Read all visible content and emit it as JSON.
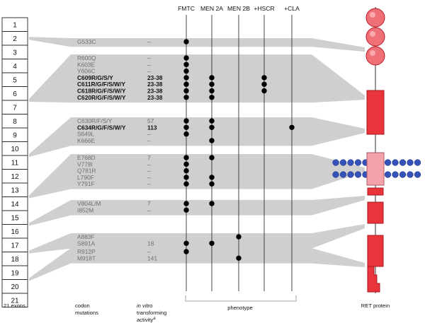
{
  "exons": [
    "1",
    "2",
    "3",
    "4",
    "5",
    "6",
    "7",
    "8",
    "9",
    "10",
    "11",
    "12",
    "13",
    "14",
    "15",
    "16",
    "17",
    "18",
    "19",
    "20",
    "21"
  ],
  "phenotype_columns": [
    "FMTC",
    "MEN 2A",
    "MEN 2B",
    "+HSCR",
    "+CLA"
  ],
  "groups": [
    {
      "exon": 2,
      "rows": [
        {
          "mutation": "G533C",
          "activity": "–",
          "bold": false,
          "marks": [
            true,
            false,
            false,
            false,
            false
          ]
        }
      ]
    },
    {
      "exon": 6.5,
      "rows": [
        {
          "mutation": "R600Q",
          "activity": "–",
          "bold": false,
          "marks": [
            true,
            false,
            false,
            false,
            false
          ]
        },
        {
          "mutation": "K603E",
          "activity": "–",
          "bold": false,
          "marks": [
            true,
            false,
            false,
            false,
            false
          ]
        },
        {
          "mutation": "Y606C",
          "activity": "–",
          "bold": false,
          "marks": [
            true,
            false,
            false,
            false,
            false
          ]
        },
        {
          "mutation": "C609R/G/S/Y",
          "activity": "23-38",
          "bold": true,
          "marks": [
            true,
            true,
            false,
            true,
            false
          ]
        },
        {
          "mutation": "C611R/G/F/S/W/Y",
          "activity": "23-38",
          "bold": true,
          "marks": [
            true,
            true,
            false,
            true,
            false
          ]
        },
        {
          "mutation": "C618R/G/F/S/W/Y",
          "activity": "23-38",
          "bold": true,
          "marks": [
            true,
            true,
            false,
            true,
            false
          ]
        },
        {
          "mutation": "C620R/G/F/S/W/Y",
          "activity": "23-38",
          "bold": true,
          "marks": [
            true,
            true,
            false,
            false,
            false
          ]
        }
      ]
    },
    {
      "exon": 10.5,
      "rows": [
        {
          "mutation": "C630R/F/S/Y",
          "activity": "57",
          "bold": false,
          "marks": [
            true,
            true,
            false,
            false,
            false
          ]
        },
        {
          "mutation": "C634R/G/F/S/W/Y",
          "activity": "113",
          "bold": true,
          "marks": [
            true,
            true,
            false,
            false,
            true
          ]
        },
        {
          "mutation": "S649L",
          "activity": "–",
          "bold": false,
          "marks": [
            true,
            false,
            false,
            false,
            false
          ]
        },
        {
          "mutation": "K666E",
          "activity": "–",
          "bold": false,
          "marks": [
            false,
            true,
            false,
            false,
            false
          ]
        }
      ]
    },
    {
      "exon": 13.5,
      "rows": [
        {
          "mutation": "E768D",
          "activity": "7",
          "bold": false,
          "marks": [
            true,
            true,
            false,
            false,
            false
          ]
        },
        {
          "mutation": "V778I",
          "activity": "–",
          "bold": false,
          "marks": [
            true,
            false,
            false,
            false,
            false
          ]
        },
        {
          "mutation": "Q781R",
          "activity": "–",
          "bold": false,
          "marks": [
            true,
            false,
            false,
            false,
            false
          ]
        },
        {
          "mutation": "L790F",
          "activity": "–",
          "bold": false,
          "marks": [
            true,
            true,
            false,
            false,
            false
          ]
        },
        {
          "mutation": "Y791F",
          "activity": "–",
          "bold": false,
          "marks": [
            true,
            true,
            false,
            false,
            false
          ]
        }
      ]
    },
    {
      "exon": 15.5,
      "rows": [
        {
          "mutation": "V804L/M",
          "activity": "7",
          "bold": false,
          "marks": [
            true,
            true,
            false,
            false,
            false
          ]
        },
        {
          "mutation": "I852M",
          "activity": "–",
          "bold": false,
          "marks": [
            true,
            false,
            false,
            false,
            false
          ]
        }
      ]
    },
    {
      "exon": 17.5,
      "rows": [
        {
          "mutation": "A883F",
          "activity": "",
          "bold": false,
          "marks": [
            false,
            false,
            true,
            false,
            false
          ]
        },
        {
          "mutation": "S891A",
          "activity": "18",
          "bold": false,
          "marks": [
            true,
            true,
            false,
            false,
            false
          ]
        }
      ]
    },
    {
      "exon": 19.5,
      "rows": [
        {
          "mutation": "R912P",
          "activity": "–",
          "bold": false,
          "marks": [
            true,
            false,
            false,
            false,
            false
          ]
        },
        {
          "mutation": "M918T",
          "activity": "141",
          "bold": false,
          "marks": [
            false,
            false,
            true,
            false,
            false
          ]
        }
      ]
    }
  ],
  "footer": {
    "exons_label": "21 exons",
    "codon_label_1": "codon",
    "codon_label_2": "mutations",
    "activity_label_1": "in vitro",
    "activity_label_2": "transforming",
    "activity_label_3": "activity",
    "activity_sup": "a",
    "phenotype_label": "phenotype",
    "protein_label": "RET protein"
  },
  "colors": {
    "band": "#cfcfcf",
    "protein_red": "#e8343a",
    "protein_pink": "#f2a2a8",
    "membrane_blue": "#3552b8",
    "text_gray": "#707070"
  }
}
